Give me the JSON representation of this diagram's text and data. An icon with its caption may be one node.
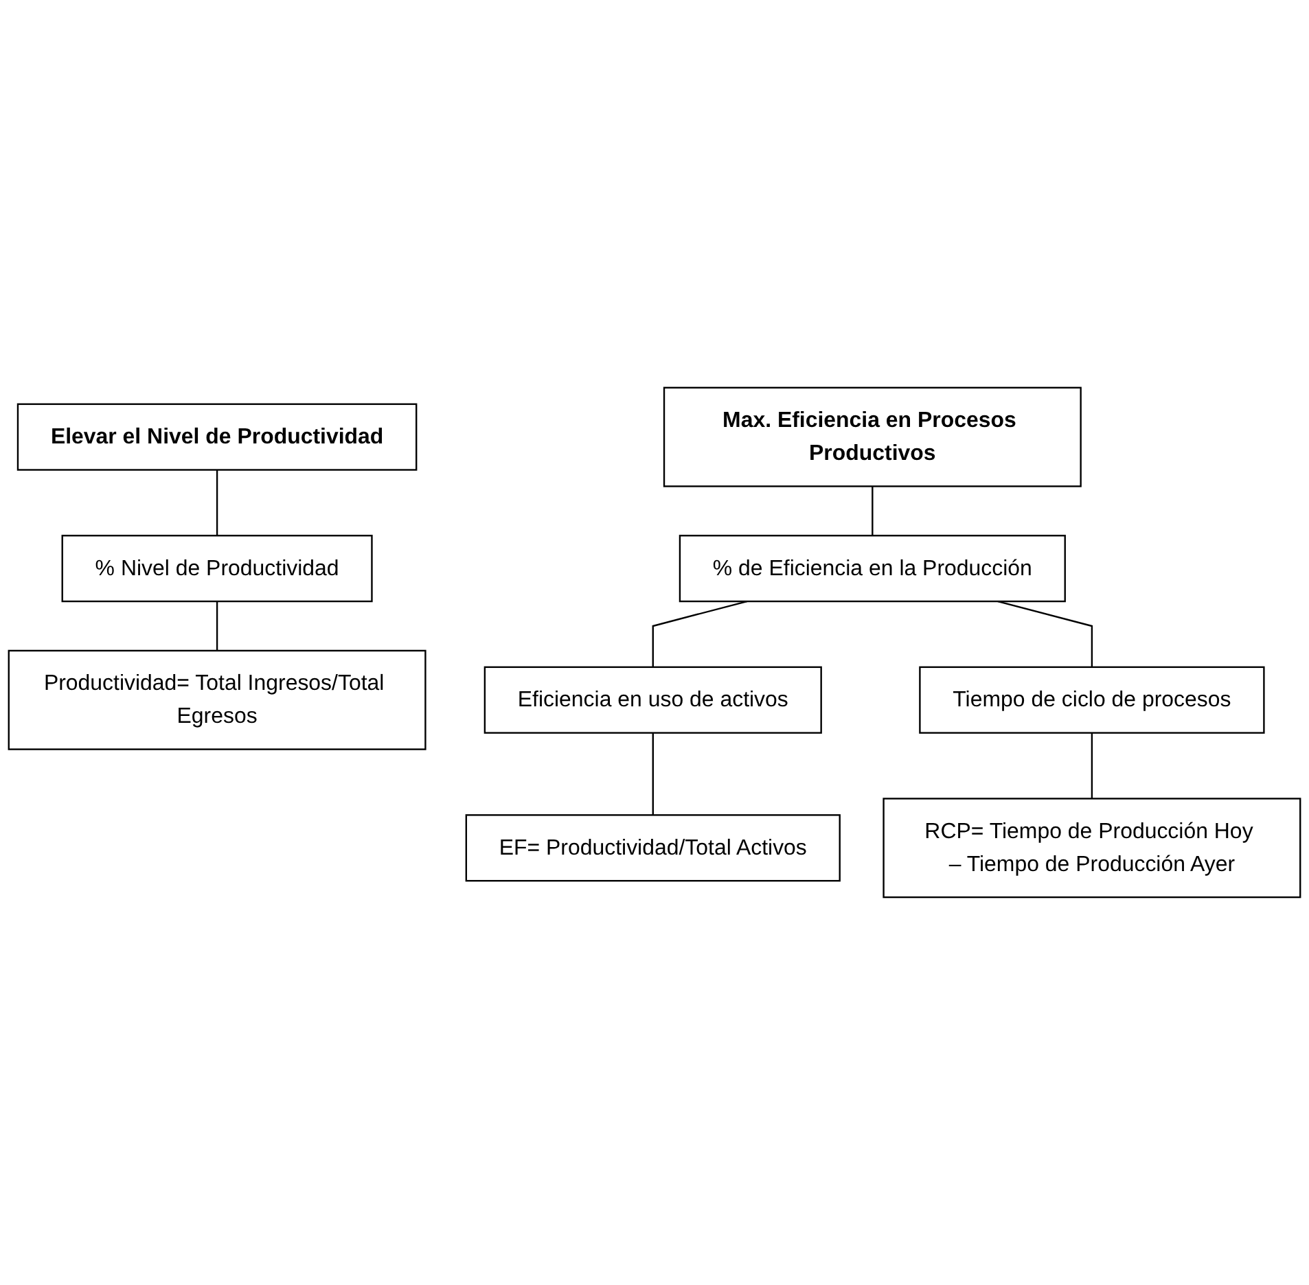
{
  "diagram": {
    "nodes": [
      {
        "text": [
          "Elevar el Nivel de Productividad"
        ]
      },
      {
        "text": [
          "% Nivel de Productividad"
        ]
      },
      {
        "text": [
          "Productividad= Total Ingresos/Total Egresos"
        ]
      },
      {
        "text": [
          "Max. Eficiencia en Procesos Productivos"
        ]
      },
      {
        "text": [
          "% de Eficiencia en la Producción"
        ]
      },
      {
        "text": [
          "Eficiencia en uso de activos"
        ]
      },
      {
        "text": [
          "Tiempo de ciclo de procesos"
        ]
      },
      {
        "text": [
          "EF= Productividad/Total Activos"
        ]
      },
      {
        "text": [
          "RCP= Tiempo de Producción Hoy – Tiempo de Producción Ayer"
        ]
      }
    ],
    "edges": [
      {
        "from": 0,
        "to": 1,
        "arrow": "none"
      },
      {
        "from": 1,
        "to": 2,
        "arrow": "none"
      },
      {
        "from": 3,
        "to": 4,
        "arrow": "none"
      },
      {
        "from": 4,
        "to": 5,
        "arrow": "none"
      },
      {
        "from": 4,
        "to": 6,
        "arrow": "none"
      },
      {
        "from": 5,
        "to": 7,
        "arrow": "none"
      },
      {
        "from": 6,
        "to": 8,
        "arrow": "none"
      }
    ]
  }
}
